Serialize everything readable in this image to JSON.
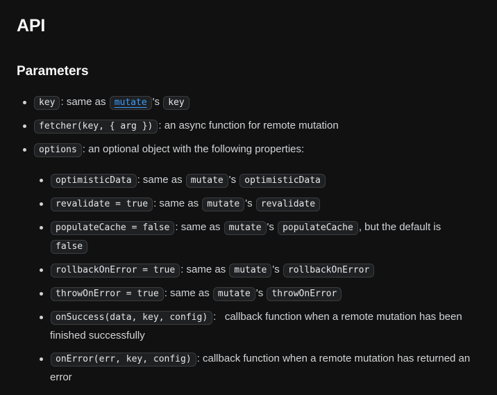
{
  "page": {
    "title": "API",
    "section_heading": "Parameters"
  },
  "colors": {
    "background": "#111111",
    "body_text": "#d2d4d7",
    "heading_text": "#f7f8f8",
    "chip_background": "#1e2022",
    "chip_border": "#3b3e42",
    "chip_text": "#e5e7eb",
    "link": "#3b9eff",
    "bullet": "#d2d4d7"
  },
  "parameters": [
    {
      "segments": [
        {
          "type": "code",
          "text": "key"
        },
        {
          "type": "text",
          "text": ": same as "
        },
        {
          "type": "codeLink",
          "text": "mutate"
        },
        {
          "type": "text",
          "text": "'s "
        },
        {
          "type": "code",
          "text": "key"
        }
      ]
    },
    {
      "segments": [
        {
          "type": "code",
          "text": "fetcher(key, { arg })"
        },
        {
          "type": "text",
          "text": ": an async function for remote mutation"
        }
      ]
    },
    {
      "segments": [
        {
          "type": "code",
          "text": "options"
        },
        {
          "type": "text",
          "text": ": an optional object with the following properties:"
        }
      ],
      "children": [
        {
          "segments": [
            {
              "type": "code",
              "text": "optimisticData"
            },
            {
              "type": "text",
              "text": ": same as "
            },
            {
              "type": "code",
              "text": "mutate"
            },
            {
              "type": "text",
              "text": "'s "
            },
            {
              "type": "code",
              "text": "optimisticData"
            }
          ]
        },
        {
          "segments": [
            {
              "type": "code",
              "text": "revalidate = true"
            },
            {
              "type": "text",
              "text": ": same as "
            },
            {
              "type": "code",
              "text": "mutate"
            },
            {
              "type": "text",
              "text": "'s "
            },
            {
              "type": "code",
              "text": "revalidate"
            }
          ]
        },
        {
          "segments": [
            {
              "type": "code",
              "text": "populateCache = false"
            },
            {
              "type": "text",
              "text": ": same as "
            },
            {
              "type": "code",
              "text": "mutate"
            },
            {
              "type": "text",
              "text": "'s "
            },
            {
              "type": "code",
              "text": "populateCache"
            },
            {
              "type": "text",
              "text": ", but the default is "
            },
            {
              "type": "code",
              "text": "false"
            }
          ]
        },
        {
          "segments": [
            {
              "type": "code",
              "text": "rollbackOnError = true"
            },
            {
              "type": "text",
              "text": ": same as "
            },
            {
              "type": "code",
              "text": "mutate"
            },
            {
              "type": "text",
              "text": "'s "
            },
            {
              "type": "code",
              "text": "rollbackOnError"
            }
          ]
        },
        {
          "segments": [
            {
              "type": "code",
              "text": "throwOnError = true"
            },
            {
              "type": "text",
              "text": ": same as "
            },
            {
              "type": "code",
              "text": "mutate"
            },
            {
              "type": "text",
              "text": "'s "
            },
            {
              "type": "code",
              "text": "throwOnError"
            }
          ]
        },
        {
          "segments": [
            {
              "type": "code",
              "text": "onSuccess(data, key, config)"
            },
            {
              "type": "text",
              "text": ":   callback function when a remote mutation has been finished successfully"
            }
          ]
        },
        {
          "segments": [
            {
              "type": "code",
              "text": "onError(err, key, config)"
            },
            {
              "type": "text",
              "text": ": callback function when a remote mutation has returned an error"
            }
          ]
        }
      ]
    }
  ]
}
